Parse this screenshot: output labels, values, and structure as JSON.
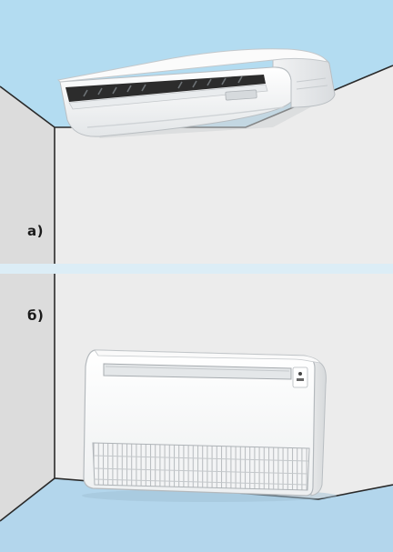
{
  "panels": [
    {
      "id": "a",
      "label": "a)",
      "unit": "ceiling-cassette-air-conditioner"
    },
    {
      "id": "b",
      "label": "б)",
      "unit": "floor-standing-air-conditioner"
    }
  ],
  "colors": {
    "ceiling": "#b3dcf1",
    "floor": "#b3d6ec",
    "wall_back": "#ececec",
    "wall_left": "#dcdcdc",
    "edge": "#2a2a2a",
    "unit_body": "#f7f8f8",
    "vent_dark": "#2c2c2c"
  }
}
